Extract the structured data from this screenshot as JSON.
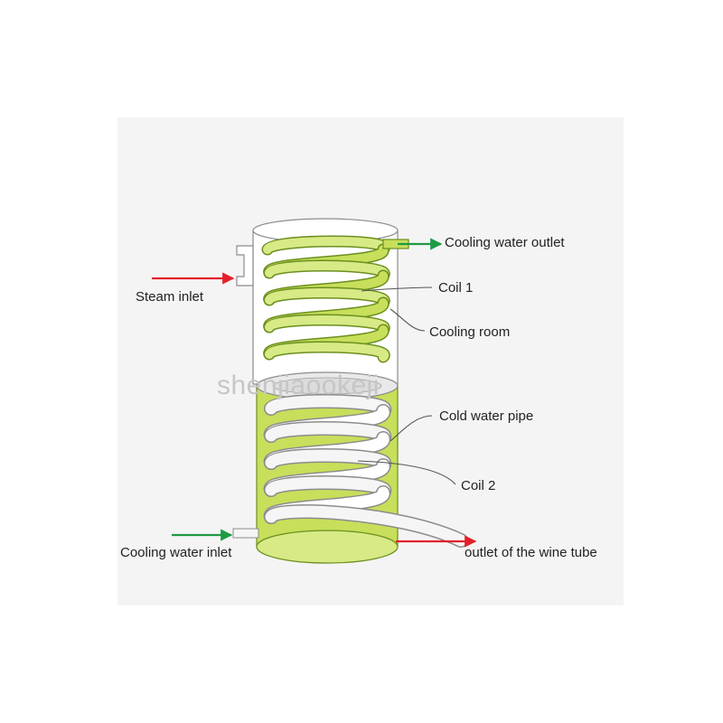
{
  "colors": {
    "green_fill": "#c7df5a",
    "green_fill_light": "#d7ea86",
    "green_stroke": "#6b8f1e",
    "coil_white": "#f5f5f5",
    "outline": "#8c8c8c",
    "red_arrow": "#e3202b",
    "green_arrow": "#1f9a45",
    "leader_line": "#555555"
  },
  "labels": {
    "cooling_water_outlet": "Cooling water outlet",
    "coil_1": "Coil 1",
    "steam_inlet": "Steam inlet",
    "cooling_room": "Cooling room",
    "cold_water_pipe": "Cold water pipe",
    "coil_2": "Coil 2",
    "cooling_water_inlet": "Cooling water inlet",
    "outlet_wine_tube": "outlet of the wine tube"
  },
  "watermark": "shenjiaookeji"
}
